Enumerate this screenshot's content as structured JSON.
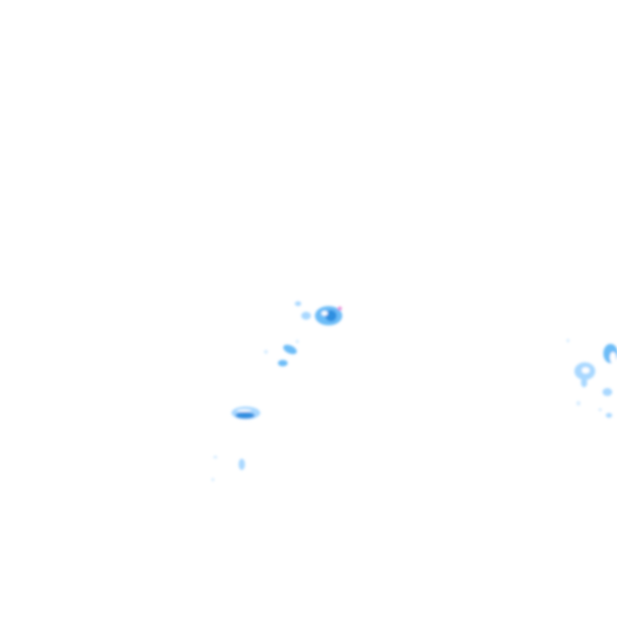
{
  "map": {
    "kind": "precipitation-radar-tile",
    "background_color": "#ffffff",
    "intensity_palette": {
      "very_light": "#d6ecff",
      "light": "#a9d8ff",
      "moderate": "#6cbcf7",
      "heavy": "#2f8fe0",
      "very_heavy": "#1a6fc9",
      "extreme": "#e88ad6"
    },
    "echo_cells": [
      {
        "id": "cell-a",
        "intensity": "heavy"
      },
      {
        "id": "cell-b",
        "intensity": "moderate"
      },
      {
        "id": "cell-c",
        "intensity": "heavy"
      },
      {
        "id": "cell-d",
        "intensity": "light"
      },
      {
        "id": "cell-e",
        "intensity": "moderate"
      },
      {
        "id": "cell-f",
        "intensity": "light"
      }
    ]
  }
}
